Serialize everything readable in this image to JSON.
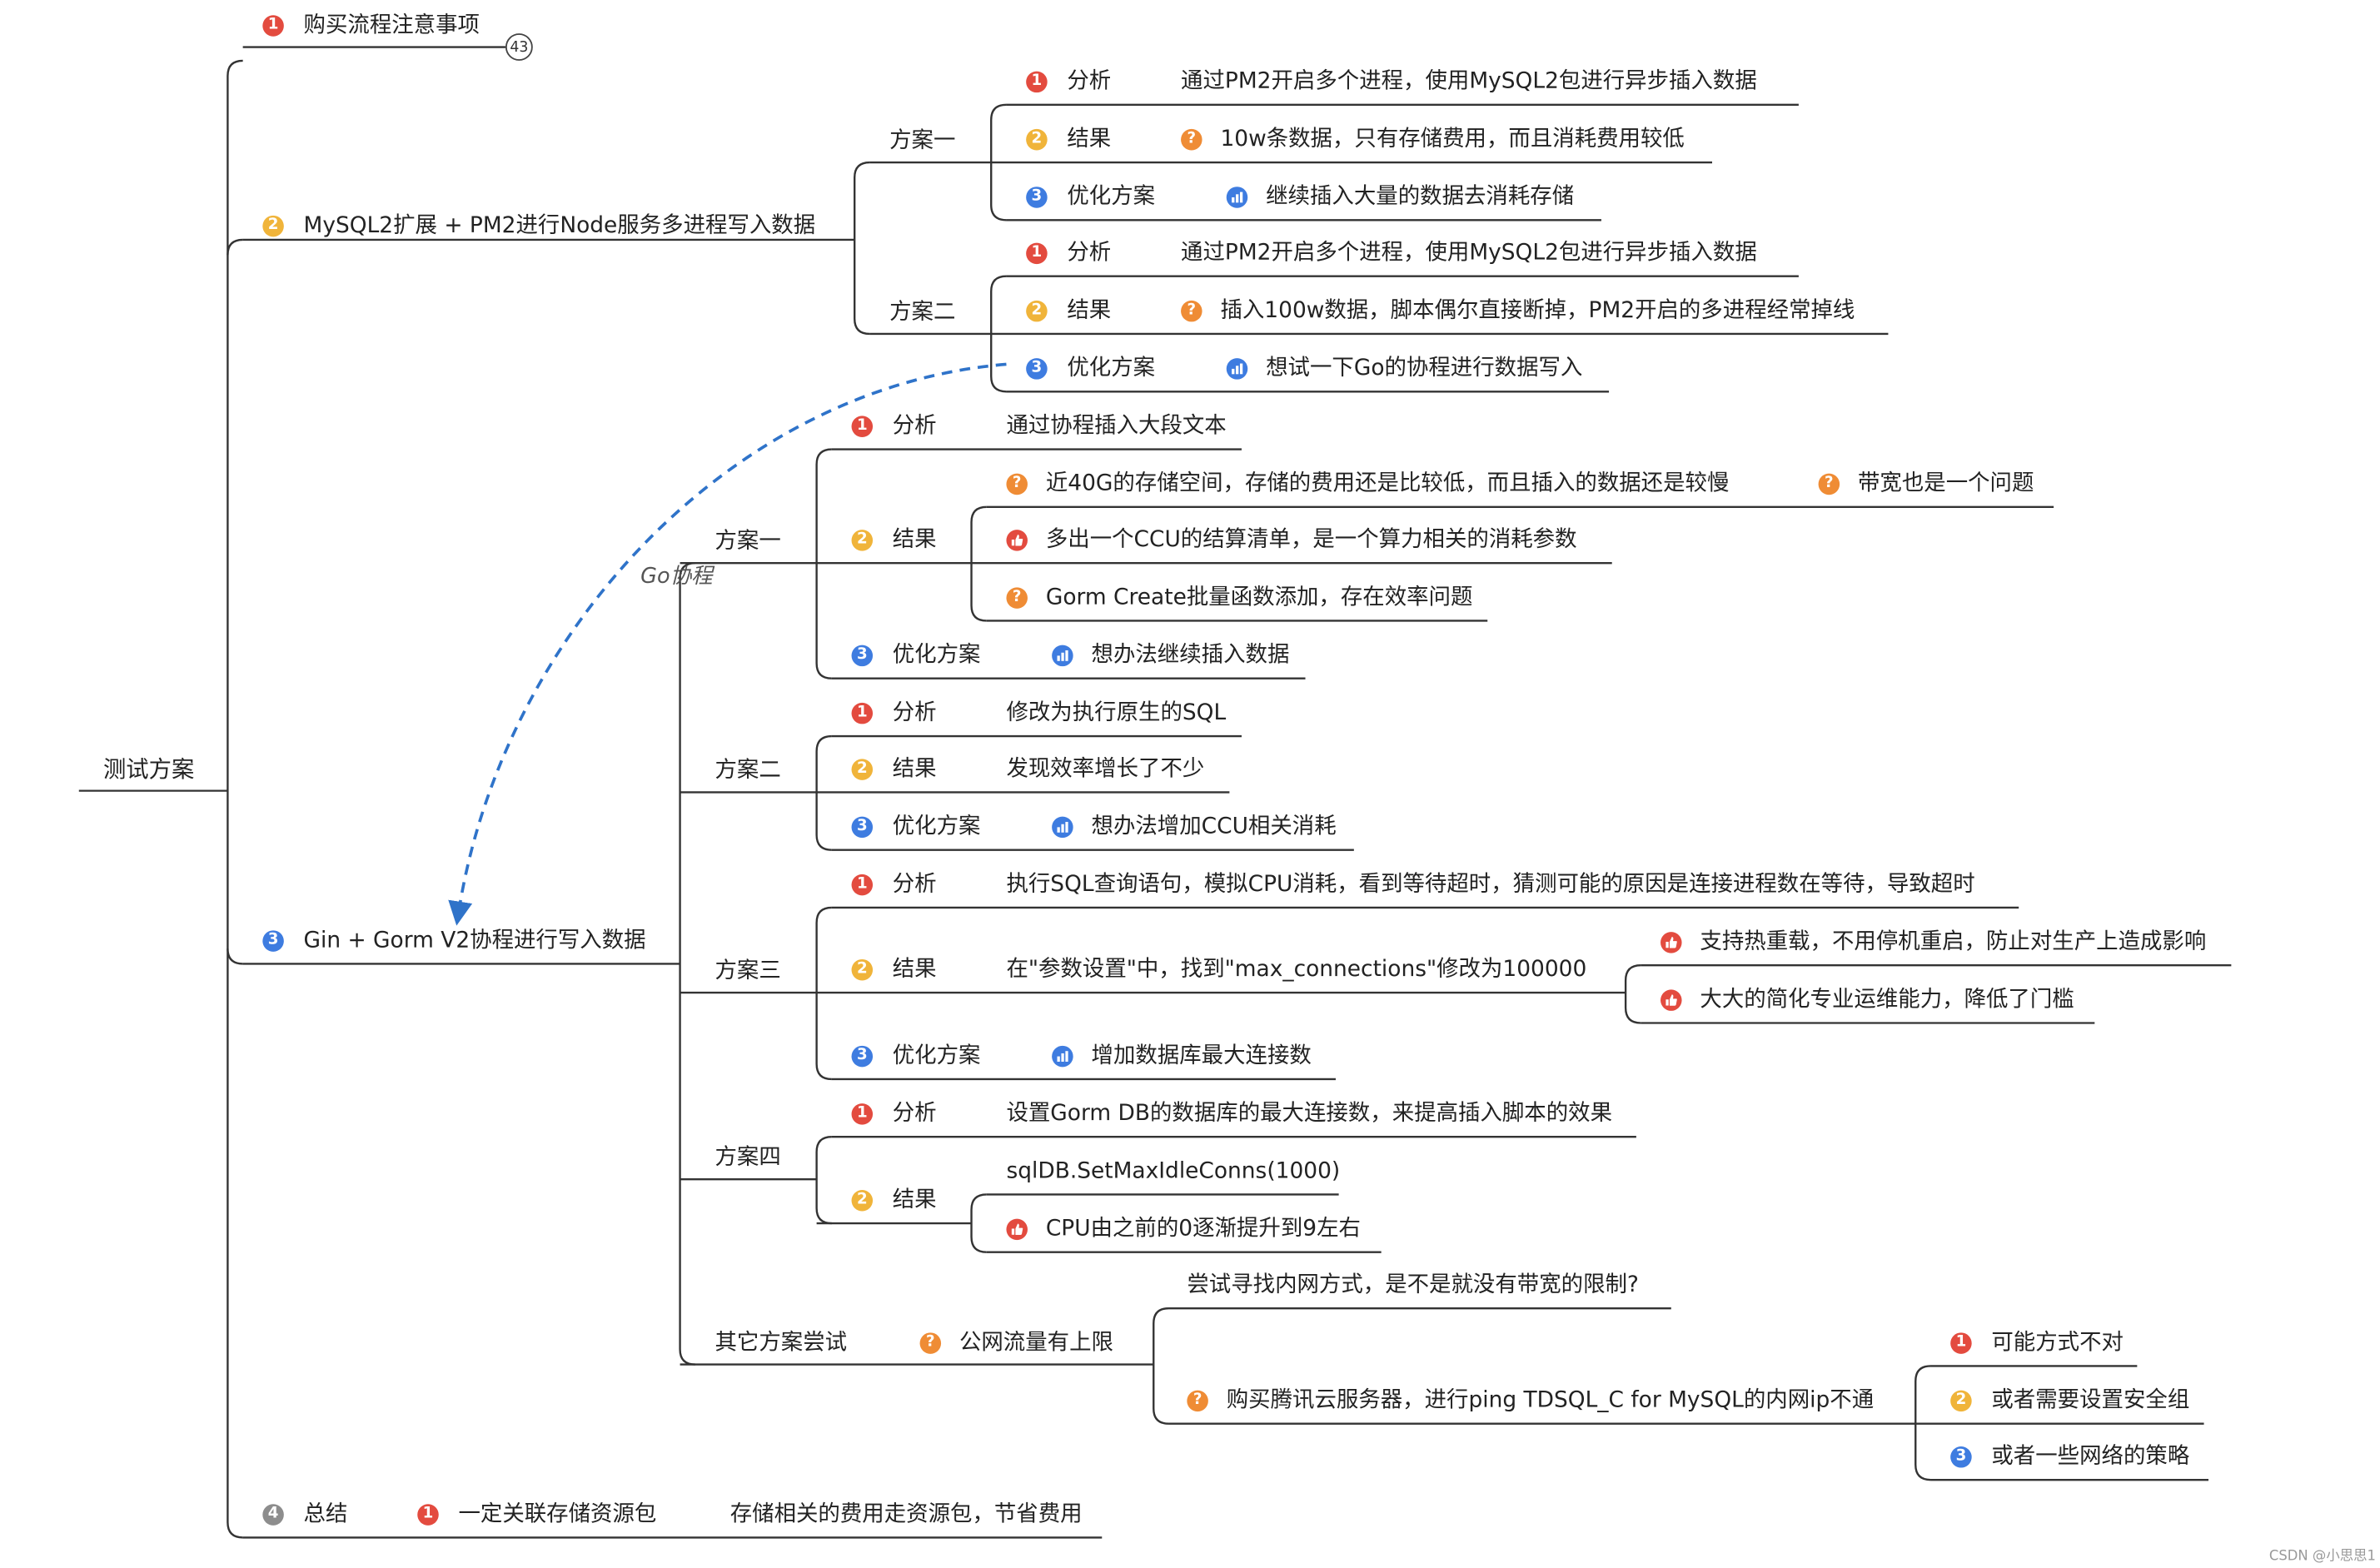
{
  "root": "测试方案",
  "n1": {
    "badge": "1",
    "label": "购买流程注意事项",
    "count": "43"
  },
  "n2": {
    "badge": "2",
    "label": "MySQL2扩展 + PM2进行Node服务多进程写入数据",
    "p1": {
      "label": "方案一",
      "analysis": {
        "badge": "1",
        "label": "分析",
        "text": "通过PM2开启多个进程，使用MySQL2包进行异步插入数据"
      },
      "result": {
        "badge": "2",
        "label": "结果",
        "icon": "question-icon",
        "text": "10w条数据，只有存储费用，而且消耗费用较低"
      },
      "opt": {
        "badge": "3",
        "label": "优化方案",
        "icon": "chart-icon",
        "text": "继续插入大量的数据去消耗存储"
      }
    },
    "p2": {
      "label": "方案二",
      "analysis": {
        "badge": "1",
        "label": "分析",
        "text": "通过PM2开启多个进程，使用MySQL2包进行异步插入数据"
      },
      "result": {
        "badge": "2",
        "label": "结果",
        "icon": "question-icon",
        "text": "插入100w数据，脚本偶尔直接断掉，PM2开启的多进程经常掉线"
      },
      "opt": {
        "badge": "3",
        "label": "优化方案",
        "icon": "chart-icon",
        "text": "想试一下Go的协程进行数据写入"
      }
    }
  },
  "link_label": "Go协程",
  "n3": {
    "badge": "3",
    "label": "Gin + Gorm V2协程进行写入数据",
    "p1": {
      "label": "方案一",
      "analysis": {
        "badge": "1",
        "label": "分析",
        "text": "通过协程插入大段文本"
      },
      "result": {
        "badge": "2",
        "label": "结果",
        "r1": "近40G的存储空间，存储的费用还是比较低，而且插入的数据还是较慢",
        "r1b": "带宽也是一个问题",
        "r2": "多出一个CCU的结算清单，是一个算力相关的消耗参数",
        "r3": "Gorm Create批量函数添加，存在效率问题"
      },
      "opt": {
        "badge": "3",
        "label": "优化方案",
        "text": "想办法继续插入数据"
      }
    },
    "p2": {
      "label": "方案二",
      "analysis": {
        "badge": "1",
        "label": "分析",
        "text": "修改为执行原生的SQL"
      },
      "result": {
        "badge": "2",
        "label": "结果",
        "text": "发现效率增长了不少"
      },
      "opt": {
        "badge": "3",
        "label": "优化方案",
        "text": "想办法增加CCU相关消耗"
      }
    },
    "p3": {
      "label": "方案三",
      "analysis": {
        "badge": "1",
        "label": "分析",
        "text": "执行SQL查询语句，模拟CPU消耗，看到等待超时，猜测可能的原因是连接进程数在等待，导致超时"
      },
      "result": {
        "badge": "2",
        "label": "结果",
        "text": "在\"参数设置\"中，找到\"max_connections\"修改为100000",
        "s1": "支持热重载，不用停机重启，防止对生产上造成影响",
        "s2": "大大的简化专业运维能力，降低了门槛"
      },
      "opt": {
        "badge": "3",
        "label": "优化方案",
        "text": "增加数据库最大连接数"
      }
    },
    "p4": {
      "label": "方案四",
      "analysis": {
        "badge": "1",
        "label": "分析",
        "text": "设置Gorm DB的数据库的最大连接数，来提高插入脚本的效果"
      },
      "result": {
        "badge": "2",
        "label": "结果",
        "r1": "sqlDB.SetMaxIdleConns(1000)",
        "r2": "CPU由之前的0逐渐提升到9左右"
      }
    },
    "other": {
      "label": "其它方案尝试",
      "sub": "公网流量有上限",
      "c1": "尝试寻找内网方式，是不是就没有带宽的限制?",
      "c2": "购买腾讯云服务器，进行ping TDSQL_C for MySQL的内网ip不通",
      "d1": "可能方式不对",
      "d2": "或者需要设置安全组",
      "d3": "或者一些网络的策略"
    }
  },
  "n4": {
    "badge": "4",
    "label": "总结",
    "sub_badge": "1",
    "sub": "一定关联存储资源包",
    "text": "存储相关的费用走资源包，节省费用"
  },
  "watermark": "CSDN @小思思1",
  "colors": {
    "line": "#333333",
    "dash": "#2f73c9",
    "red": "#e34b3f",
    "yellow": "#f0b43a",
    "blue": "#3e7ce0",
    "orange": "#ef8c35",
    "grey": "#8d8d8d"
  }
}
